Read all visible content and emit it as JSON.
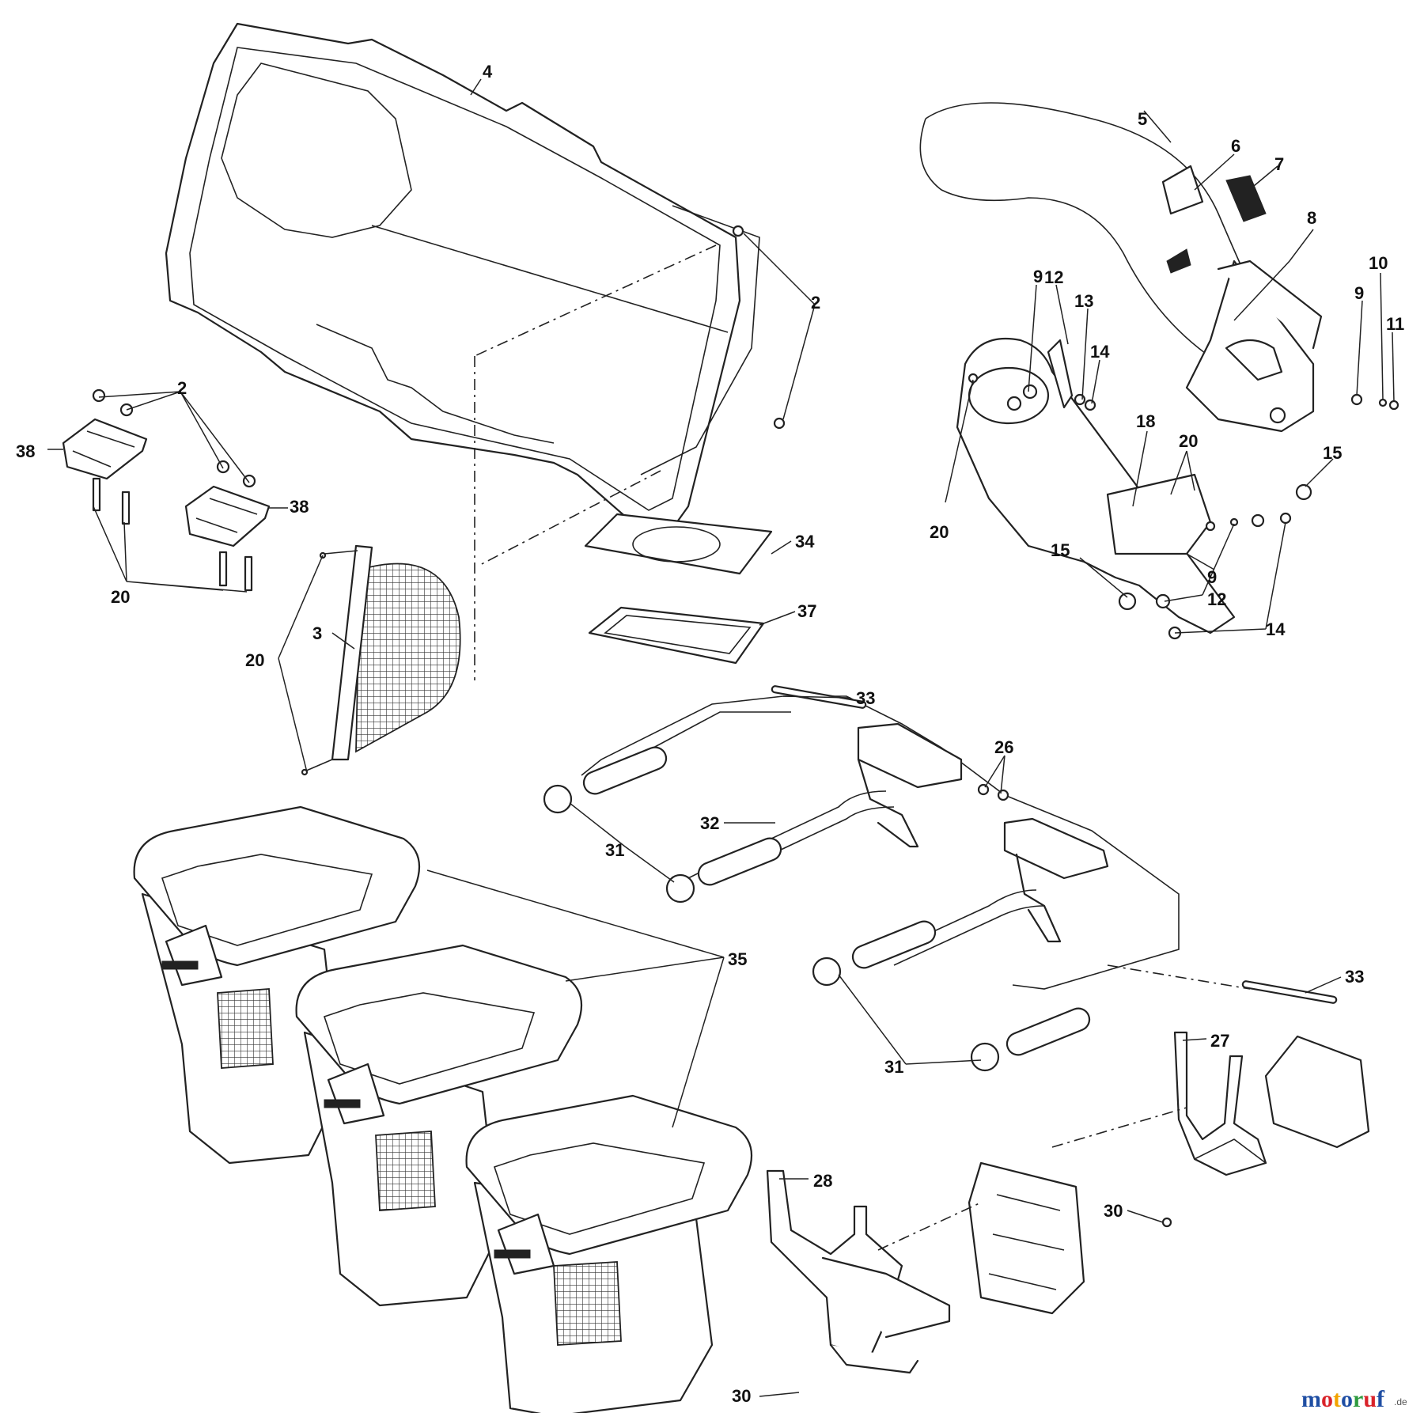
{
  "callouts": {
    "c2a": "2",
    "c2b": "2",
    "c3": "3",
    "c4": "4",
    "c5": "5",
    "c6": "6",
    "c7": "7",
    "c8": "8",
    "c9a": "9",
    "c9b": "9",
    "c9c": "9",
    "c10": "10",
    "c11": "11",
    "c12a": "12",
    "c12b": "12",
    "c13": "13",
    "c14a": "14",
    "c14b": "14",
    "c15a": "15",
    "c15b": "15",
    "c18": "18",
    "c20a": "20",
    "c20b": "20",
    "c20c": "20",
    "c20d": "20",
    "c26": "26",
    "c27": "27",
    "c28": "28",
    "c30a": "30",
    "c30b": "30",
    "c31a": "31",
    "c31b": "31",
    "c32": "32",
    "c33a": "33",
    "c33b": "33",
    "c34": "34",
    "c35": "35",
    "c37": "37",
    "c38a": "38",
    "c38b": "38"
  },
  "watermark": {
    "text": "motoruf",
    "suffix": ".de",
    "colors": [
      "#1f4ea3",
      "#d9232a",
      "#f2a300",
      "#1f4ea3",
      "#2e9b3f",
      "#d9232a",
      "#1f4ea3"
    ]
  }
}
